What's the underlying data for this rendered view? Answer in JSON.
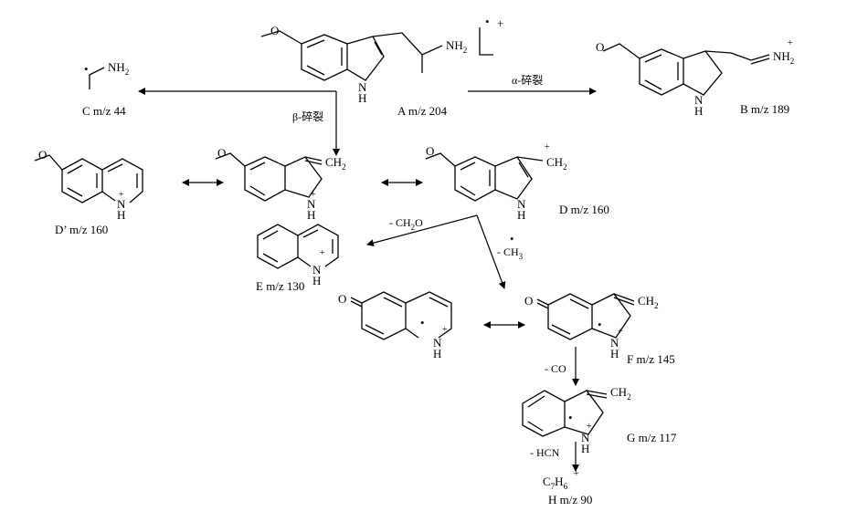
{
  "molecules": {
    "A": {
      "label": "A  m/z 204",
      "nh2": "NH",
      "nh2_sub": "2",
      "nh": "N",
      "h": "H",
      "radical_charge": "+",
      "radical_dot": "•"
    },
    "B": {
      "label": "B m/z 189",
      "nh2": "NH",
      "nh2_sub": "2",
      "charge": "+",
      "nh": "N",
      "h": "H"
    },
    "C": {
      "label": "C m/z 44",
      "nh2": "NH",
      "nh2_sub": "2",
      "dot": "•"
    },
    "Dprime": {
      "label": "D’ m/z 160",
      "n": "N",
      "h": "H",
      "charge": "+"
    },
    "D_res": {
      "ch2": "CH",
      "ch2_sub": "2",
      "n": "N",
      "h": "H",
      "charge": "+"
    },
    "D": {
      "label": "D m/z 160",
      "ch2": "CH",
      "ch2_sub": "2",
      "n": "N",
      "h": "H",
      "charge": "+"
    },
    "E": {
      "label": "E m/z 130",
      "n": "N",
      "h": "H",
      "charge": "+"
    },
    "F_res": {
      "o": "O",
      "n": "N",
      "h": "H",
      "charge": "+",
      "dot": "•"
    },
    "F": {
      "label": "F m/z 145",
      "o": "O",
      "ch2": "CH",
      "ch2_sub": "2",
      "n": "N",
      "h": "H",
      "charge": "+",
      "dot": "•"
    },
    "G": {
      "label": "G m/z 117",
      "ch2": "CH",
      "ch2_sub": "2",
      "n": "N",
      "h": "H",
      "charge": "+",
      "dot": "•"
    },
    "H": {
      "label": "H m/z 90",
      "formula_c": "C",
      "formula_c_sub": "7",
      "formula_h": "H",
      "formula_h_sub": "6",
      "charge": "+"
    }
  },
  "arrows": {
    "alpha": "α-碎裂",
    "beta": "β-碎裂",
    "ch2o": "- CH",
    "ch2o_sub": "2",
    "ch2o_tail": "O",
    "ch3": "- CH",
    "ch3_sub": "3",
    "ch3_dot": "•",
    "co": "- CO",
    "hcn": "- HCN"
  }
}
